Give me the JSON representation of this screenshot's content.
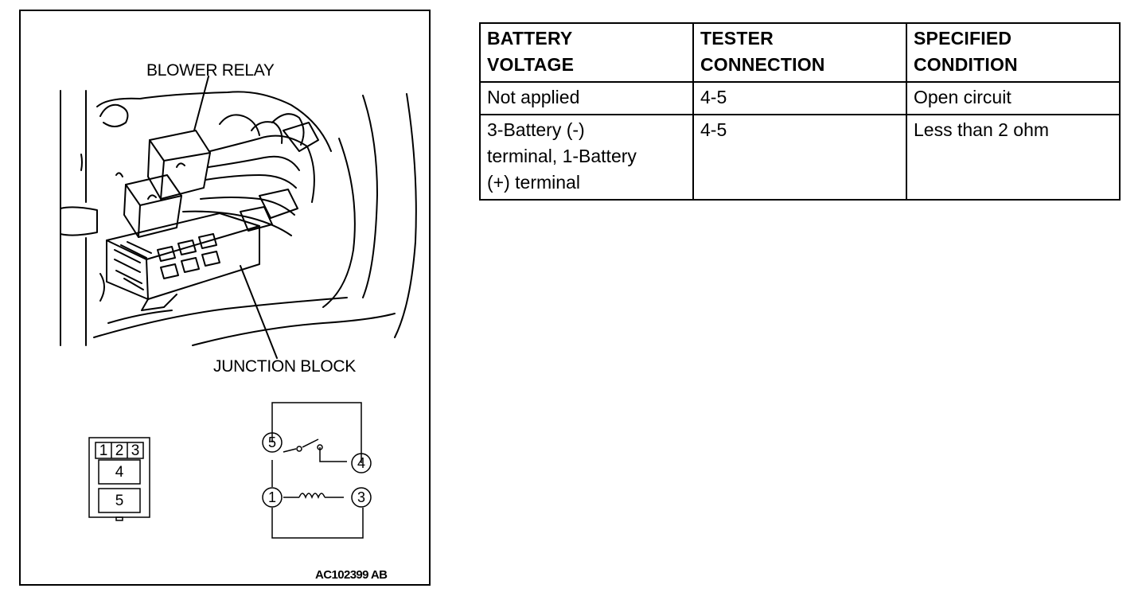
{
  "figure": {
    "callouts": {
      "blower_relay": "BLOWER RELAY",
      "junction_block": "JUNCTION BLOCK"
    },
    "connector": {
      "top_pins": [
        "1",
        "2",
        "3"
      ],
      "middle_pin": "4",
      "bottom_pin": "5"
    },
    "relay_schematic": {
      "pins": [
        "5",
        "4",
        "1",
        "3"
      ]
    },
    "figure_id": "AC102399 AB"
  },
  "spec_table": {
    "headers": [
      [
        "BATTERY",
        "VOLTAGE"
      ],
      [
        "TESTER",
        "CONNECTION"
      ],
      [
        "SPECIFIED",
        "CONDITION"
      ]
    ],
    "rows": [
      {
        "battery_voltage": [
          "Not applied"
        ],
        "tester_connection": "4-5",
        "specified_condition": "Open circuit"
      },
      {
        "battery_voltage": [
          "3-Battery (-)",
          "terminal, 1-Battery",
          "(+) terminal"
        ],
        "tester_connection": "4-5",
        "specified_condition": "Less than 2 ohm"
      }
    ]
  }
}
